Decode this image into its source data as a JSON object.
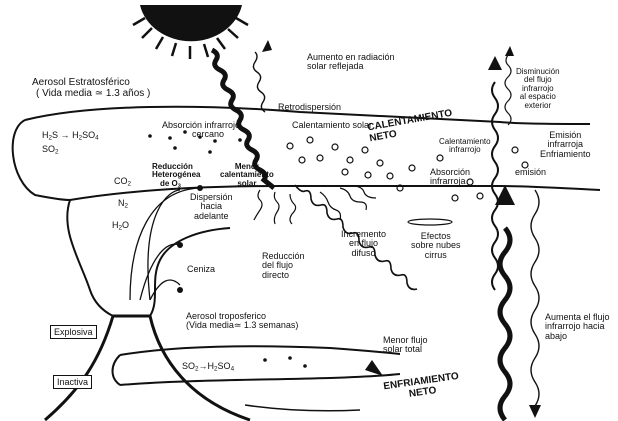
{
  "labels": {
    "aumento_radiacion": [
      "Aumento en radiación",
      "solar reflejada"
    ],
    "aerosol_estrat": [
      "Aerosol Estratosférico",
      "( Vida media ≃ 1.3 años )"
    ],
    "retrodispersion": "Retrodispersión",
    "absorcion_ir_cercano": [
      "Absorción infrarrojo",
      "cercano"
    ],
    "calentamiento_solar": "Calentamiento solar",
    "calentamiento_neto": [
      "CALENTAMIENTO",
      "NETO"
    ],
    "calentamiento_infrarrojo": [
      "Calentamiento",
      "infrarrojo"
    ],
    "disminucion_flujo": [
      "Disminución",
      "del flujo",
      "infrarrojo",
      "al espacio",
      "exterior"
    ],
    "emision_ir": [
      "Emisión",
      "infrarroja",
      "Enfriamiento"
    ],
    "emision": "emisión",
    "reaccion_h2s": {
      "a": "H",
      "a_sub": "2",
      "b": "S",
      "arrow": "→",
      "c": "H",
      "c_sub": "2",
      "d": "SO",
      "d_sub": "4"
    },
    "reaccion_so2": {
      "a": "SO",
      "a_sub": "2"
    },
    "reduccion_o3": [
      "Reducción",
      "Heterogénea",
      "de O"
    ],
    "o3_sub": "3",
    "menor_calentamiento": [
      "Menor",
      "calentamiento",
      "solar"
    ],
    "co2": {
      "a": "CO",
      "sub": "2"
    },
    "n2": {
      "a": "N",
      "sub": "2"
    },
    "h2o": {
      "a": "H",
      "sub": "2",
      "b": "O"
    },
    "dispersion": [
      "Dispersión",
      "hacia",
      "adelante"
    ],
    "absorcion_ir": [
      "Absorción",
      "infrarroja"
    ],
    "incremento_flujo": [
      "Incremento",
      "en flujo",
      "difuso"
    ],
    "efectos_nubes": [
      "Efectos",
      "sobre nubes",
      "cirrus"
    ],
    "reduccion_flujo": [
      "Reducción",
      "del flujo",
      "directo"
    ],
    "ceniza": "Ceniza",
    "aerosol_tropo": [
      "Aerosol troposferico",
      "(Vida media≃ 1.3 semanas)"
    ],
    "explosiva": "Explosiva",
    "inactiva": "Inactiva",
    "reaccion_tropo": {
      "a": "SO",
      "a_sub": "2",
      "arrow": "→",
      "b": "H",
      "b_sub": "2",
      "c": "SO",
      "c_sub": "4"
    },
    "menor_flujo": [
      "Menor flujo",
      "solar total"
    ],
    "aumenta_flujo": [
      "Aumenta el flujo",
      "infrarrojo hacia",
      "abajo"
    ],
    "enfriamiento_neto": [
      "ENFRIAMIENTO",
      "NETO"
    ]
  }
}
